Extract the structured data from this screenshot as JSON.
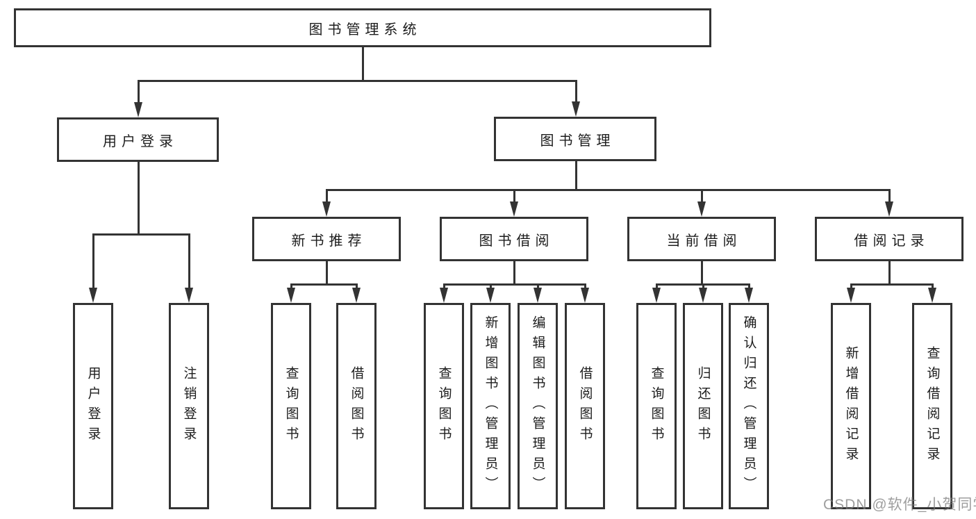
{
  "diagram": {
    "title": "图书管理系统",
    "branches": [
      {
        "label": "用户登录",
        "children": [
          "用户登录",
          "注销登录"
        ]
      },
      {
        "label": "图书管理",
        "modules": [
          {
            "label": "新书推荐",
            "children": [
              "查询图书",
              "借阅图书"
            ]
          },
          {
            "label": "图书借阅",
            "children": [
              "查询图书",
              "新增图书（管理员）",
              "编辑图书（管理员）",
              "借阅图书"
            ]
          },
          {
            "label": "当前借阅",
            "children": [
              "查询图书",
              "归还图书",
              "确认归还（管理员）"
            ]
          },
          {
            "label": "借阅记录",
            "children": [
              "新增借阅记录",
              "查询借阅记录"
            ]
          }
        ]
      }
    ]
  },
  "watermark": {
    "text": "CSDN @软件_小贺同学"
  },
  "colors": {
    "line": "#333333",
    "text": "#1c1c1c",
    "background": "#ffffff",
    "watermark_gray": "#a5a5a5"
  }
}
